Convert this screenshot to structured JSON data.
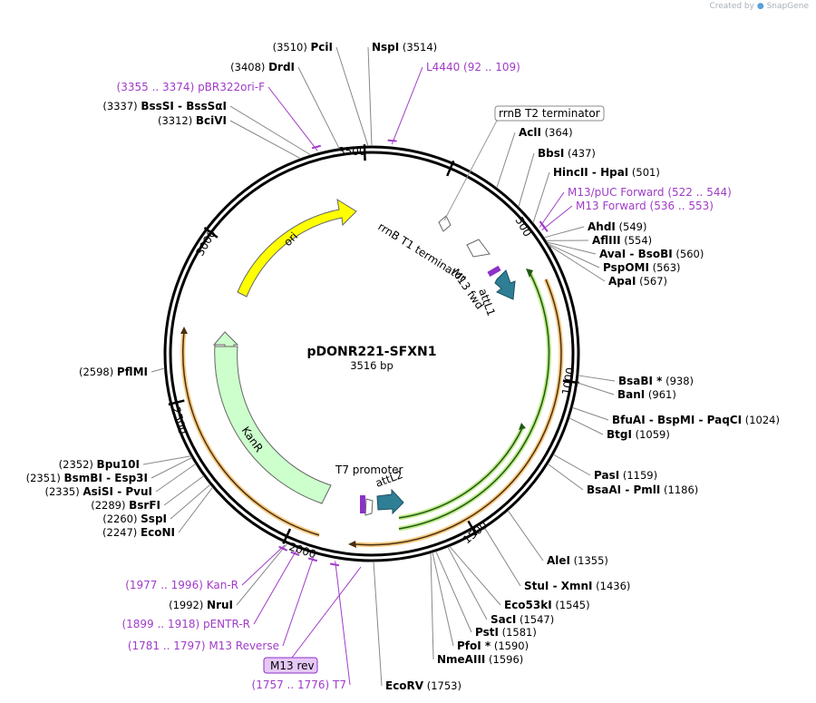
{
  "credit": {
    "prefix": "Created by",
    "brand": "SnapGene"
  },
  "plasmid": {
    "name": "pDONR221-SFXN1",
    "size": "3516 bp"
  },
  "ticks": [
    "500",
    "1000",
    "1500",
    "2000",
    "2500",
    "3000",
    "3500"
  ],
  "enzymes": [
    {
      "name": "PciI",
      "pos": "(3510)"
    },
    {
      "name": "NspI",
      "pos": "(3514)"
    },
    {
      "name": "DrdI",
      "pos": "(3408)"
    },
    {
      "name": "BssSI  -  BssSαI",
      "pos": "(3337)"
    },
    {
      "name": "BciVI",
      "pos": "(3312)"
    },
    {
      "name": "AclI",
      "pos": "(364)"
    },
    {
      "name": "BbsI",
      "pos": "(437)"
    },
    {
      "name": "HincII  -  HpaI",
      "pos": "(501)"
    },
    {
      "name": "AhdI",
      "pos": "(549)"
    },
    {
      "name": "AflIII",
      "pos": "(554)"
    },
    {
      "name": "AvaI  -  BsoBI",
      "pos": "(560)"
    },
    {
      "name": "PspOMI",
      "pos": "(563)"
    },
    {
      "name": "ApaI",
      "pos": "(567)"
    },
    {
      "name": "BsaBI *",
      "pos": "(938)"
    },
    {
      "name": "BanI",
      "pos": "(961)"
    },
    {
      "name": "BfuAI  -  BspMI  -  PaqCI",
      "pos": "(1024)"
    },
    {
      "name": "BtgI",
      "pos": "(1059)"
    },
    {
      "name": "PasI",
      "pos": "(1159)"
    },
    {
      "name": "BsaAI  -  PmlI",
      "pos": "(1186)"
    },
    {
      "name": "AleI",
      "pos": "(1355)"
    },
    {
      "name": "StuI  -  XmnI",
      "pos": "(1436)"
    },
    {
      "name": "Eco53kI",
      "pos": "(1545)"
    },
    {
      "name": "SacI",
      "pos": "(1547)"
    },
    {
      "name": "PstI",
      "pos": "(1581)"
    },
    {
      "name": "PfoI *",
      "pos": "(1590)"
    },
    {
      "name": "NmeAIII",
      "pos": "(1596)"
    },
    {
      "name": "EcoRV",
      "pos": "(1753)"
    },
    {
      "name": "NruI",
      "pos": "(1992)"
    },
    {
      "name": "EcoNI",
      "pos": "(2247)"
    },
    {
      "name": "SspI",
      "pos": "(2260)"
    },
    {
      "name": "BsrFI",
      "pos": "(2289)"
    },
    {
      "name": "AsiSI  -  PvuI",
      "pos": "(2335)"
    },
    {
      "name": "BsmBI  -  Esp3I",
      "pos": "(2351)"
    },
    {
      "name": "Bpu10I",
      "pos": "(2352)"
    },
    {
      "name": "PflMI",
      "pos": "(2598)"
    }
  ],
  "primers": [
    {
      "name": "L4440",
      "range": "(92 .. 109)"
    },
    {
      "name": "pBR322ori-F",
      "range": "(3355 .. 3374)"
    },
    {
      "name": "M13/pUC Forward",
      "range": "(522 .. 544)"
    },
    {
      "name": "M13 Forward",
      "range": "(536 .. 553)"
    },
    {
      "name": "Kan-R",
      "range": "(1977 .. 1996)"
    },
    {
      "name": "pENTR-R",
      "range": "(1899 .. 1918)"
    },
    {
      "name": "M13 Reverse",
      "range": "(1781 .. 1797)"
    },
    {
      "name": "T7",
      "range": "(1757 .. 1776)"
    }
  ],
  "boxed_labels": {
    "rrnb_t2": "rrnB T2 terminator",
    "m13_rev": "M13 rev"
  },
  "features": {
    "ori": "ori",
    "kanr": "KanR",
    "rrnb_t1": "rrnB T1 terminator",
    "m13_fwd": "M13 fwd",
    "attl1": "attL1",
    "t7_promoter": "T7 promoter",
    "attl2": "attL2"
  },
  "colors": {
    "primer": "#a03cc8",
    "ori": "#ffff00",
    "kanr": "#ccffcc",
    "att": "#2e7f96",
    "orf_orange": "#f0a020",
    "orf_green": "#a8e060"
  }
}
